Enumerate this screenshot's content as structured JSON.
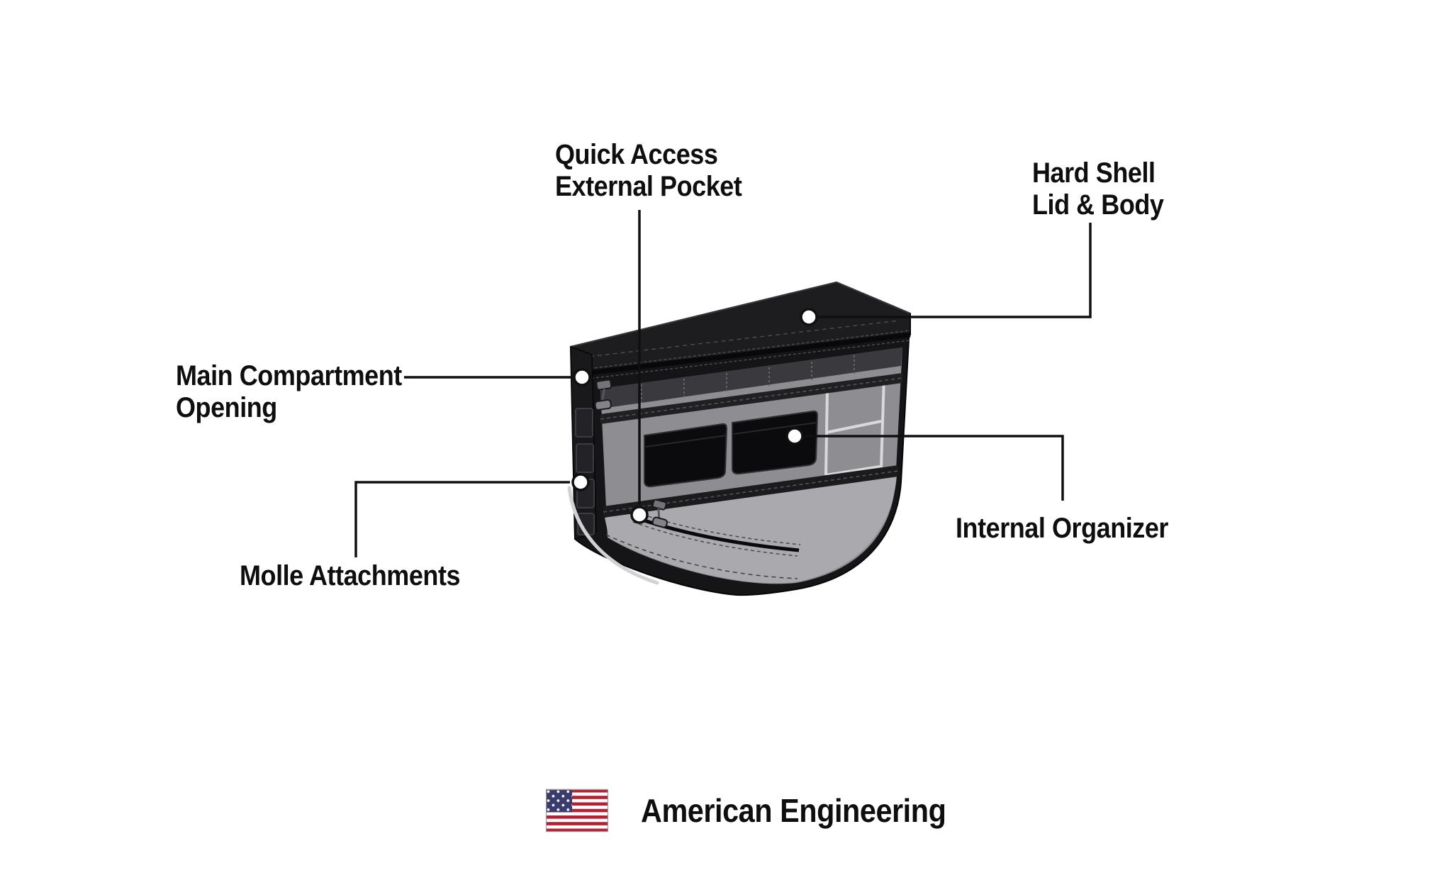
{
  "labels": {
    "quick_access": {
      "line1": "Quick Access",
      "line2": "External Pocket"
    },
    "hard_shell": {
      "line1": "Hard Shell",
      "line2": "Lid & Body"
    },
    "main_compartment": {
      "line1": "Main Compartment",
      "line2": "Opening"
    },
    "molle": {
      "text": "Molle Attachments"
    },
    "internal_organizer": {
      "text": "Internal Organizer"
    }
  },
  "footer": {
    "text": "American Engineering",
    "icon": "us-flag-icon"
  },
  "colors": {
    "background": "#ffffff",
    "text": "#0e0e0e",
    "callout_line": "#101010",
    "bag_shell": "#151517",
    "bag_lid": "#1d1d20",
    "interior_gray": "#8e8e92",
    "interior_floor": "#aaaaae",
    "flag_red": "#b22234",
    "flag_blue": "#3c3b6e"
  }
}
